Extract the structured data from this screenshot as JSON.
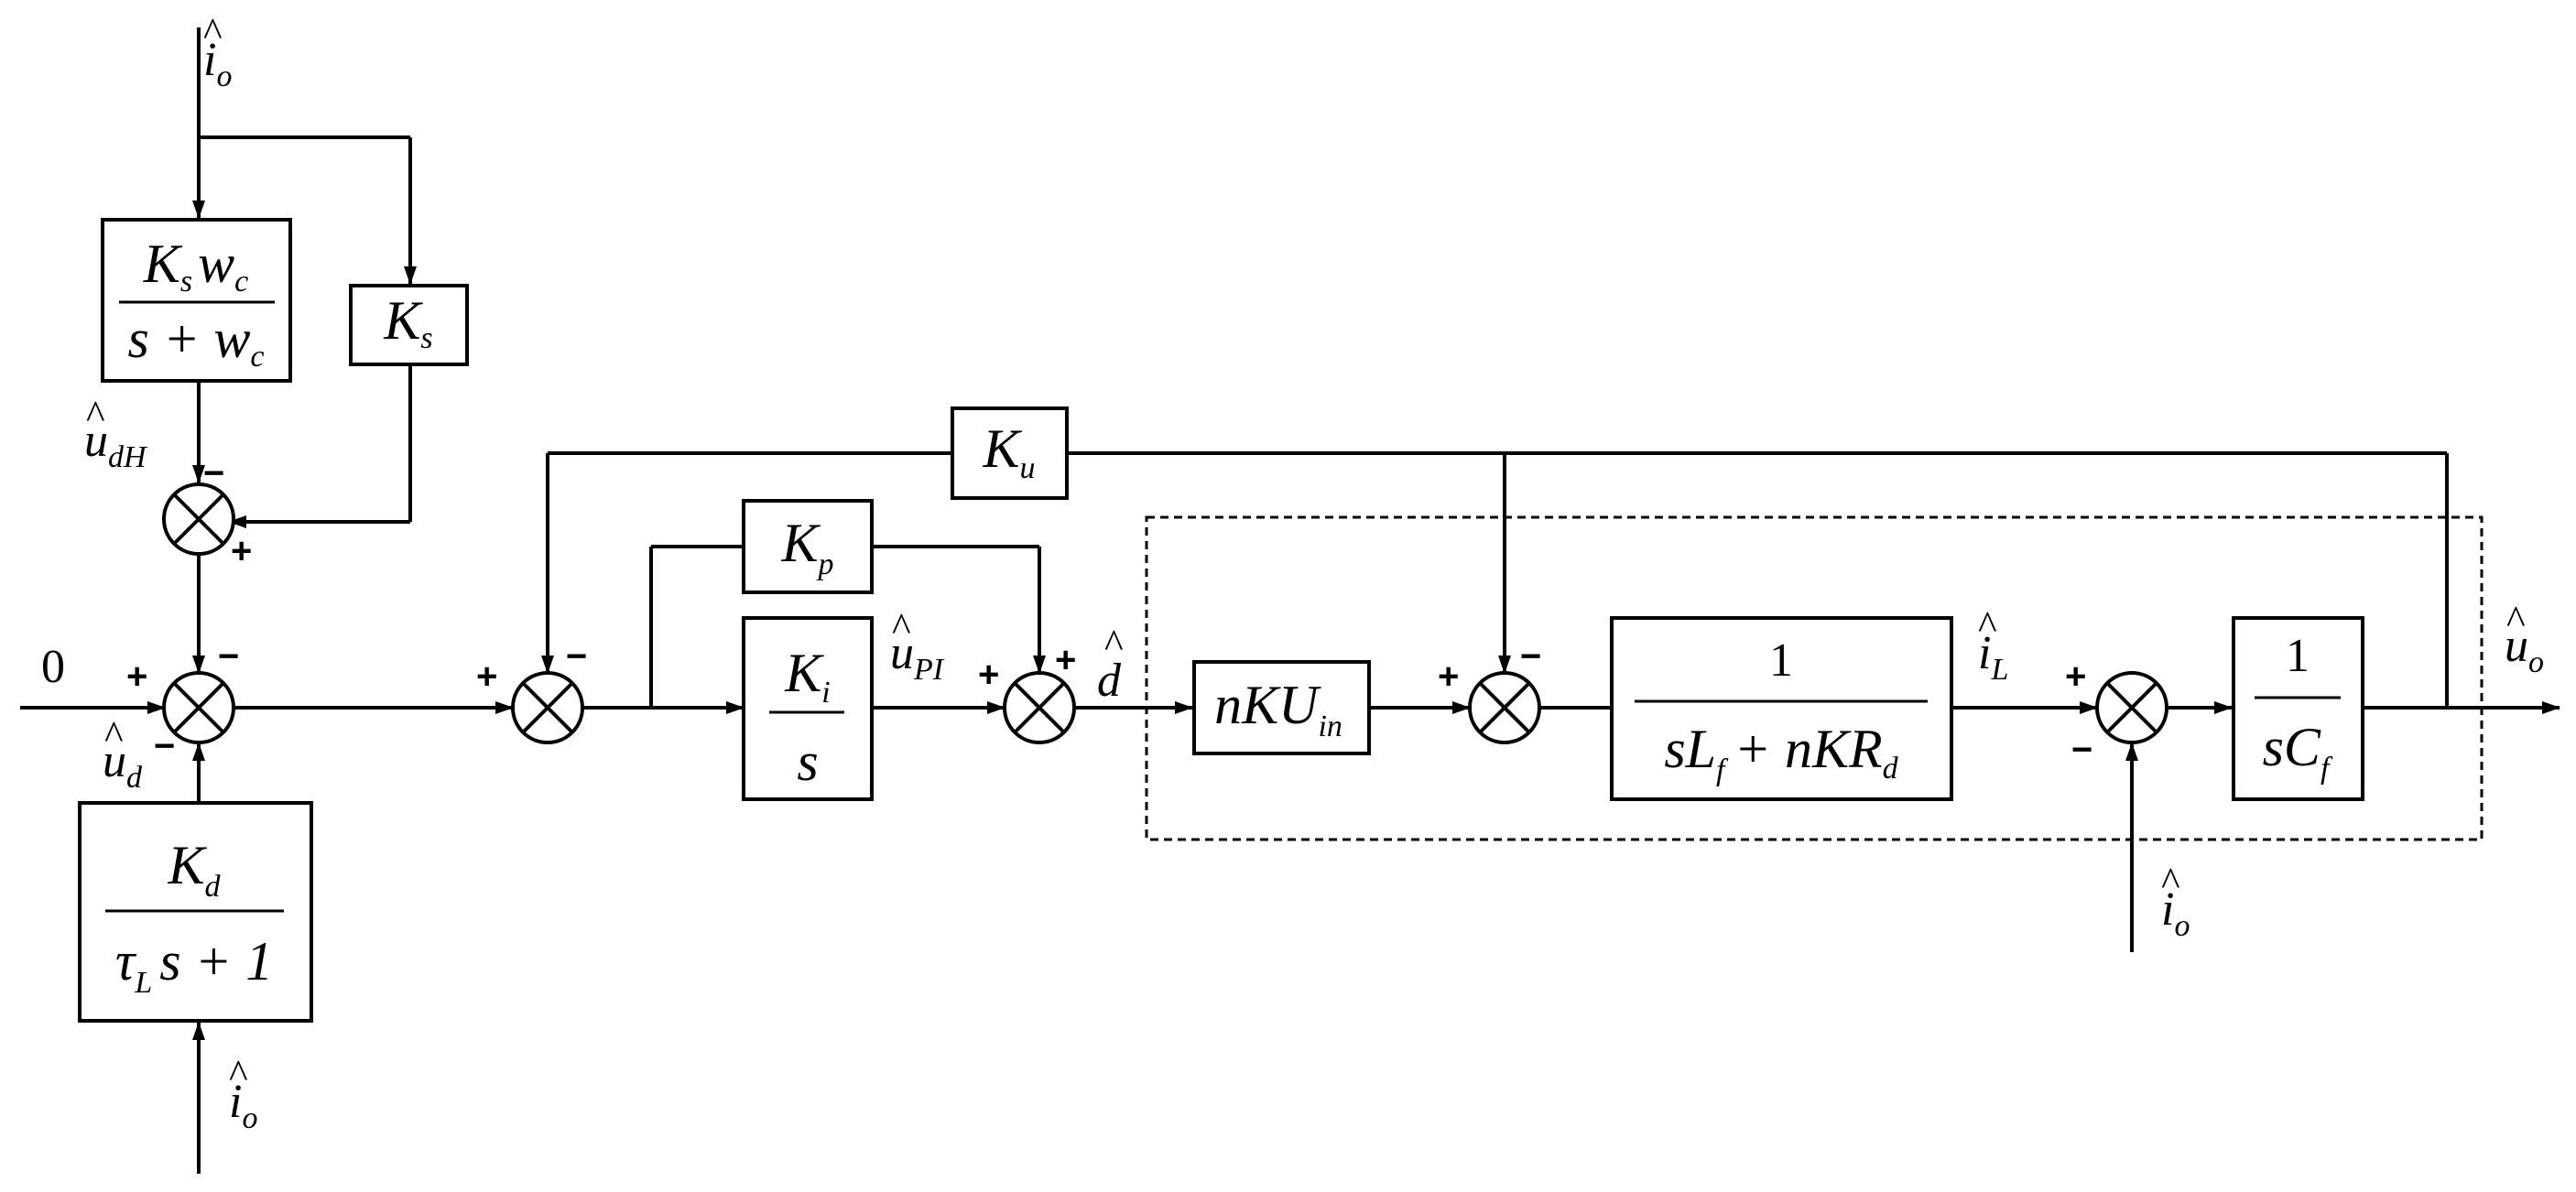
{
  "signals": {
    "io_symbol": "i",
    "io_sub": "o",
    "ud_symbol": "u",
    "ud_sub": "d",
    "udH_sub": "dH",
    "uPI_sub": "PI",
    "iL_sub": "L",
    "uo_sub": "o",
    "d_symbol": "d",
    "zero": "0",
    "hat": "^"
  },
  "blocks": {
    "ks_wc_num_a": "K",
    "ks_wc_num_a_sub": "s",
    "ks_wc_num_b": "w",
    "ks_wc_num_b_sub": "c",
    "ks_wc_den": "s + w",
    "ks_wc_den_sub": "c",
    "ks": "K",
    "ks_sub": "s",
    "ku": "K",
    "ku_sub": "u",
    "kp": "K",
    "kp_sub": "p",
    "ki_num": "K",
    "ki_num_sub": "i",
    "ki_den": "s",
    "nkuin": "nKU",
    "nkuin_sub": "in",
    "plant_num": "1",
    "plant_den_a": "sL",
    "plant_den_a_sub": "f",
    "plant_den_b": "+ nKR",
    "plant_den_b_sub": "d",
    "cap_num": "1",
    "cap_den": "sC",
    "cap_den_sub": "f",
    "kd_num": "K",
    "kd_num_sub": "d",
    "kd_den_tau": "τ",
    "kd_den_tau_sub": "L",
    "kd_den_rest": "s + 1"
  },
  "signs": {
    "plus": "+",
    "minus": "−"
  }
}
